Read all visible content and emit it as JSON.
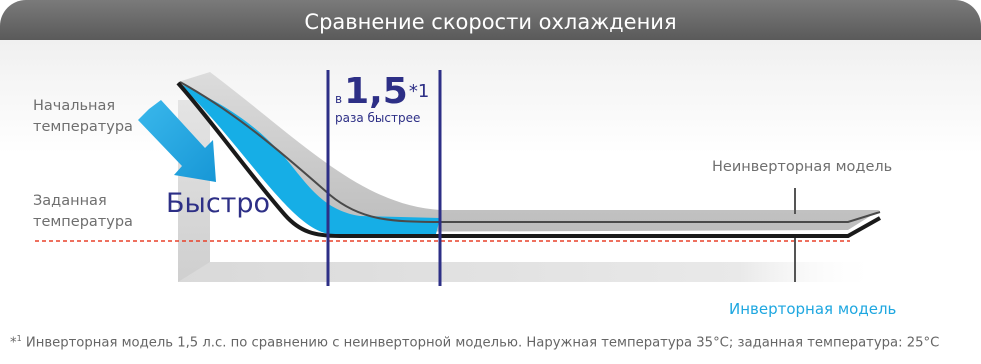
{
  "header": {
    "title": "Сравнение скорости охлаждения"
  },
  "labels": {
    "start_temp_line1": "Начальная",
    "start_temp_line2": "температура",
    "set_temp_line1": "Заданная",
    "set_temp_line2": "температура",
    "fast": "Быстро",
    "times_prefix": "в",
    "times_value": "1,5",
    "times_sup": "*1",
    "times_suffix": "раза быстрее",
    "non_inverter": "Неинверторная модель",
    "inverter": "Инверторная модель"
  },
  "footnote": {
    "mark": "*",
    "mark_sup": "1",
    "text": " Инверторная модель 1,5 л.с. по сравнению с неинверторной моделью. Наружная температура 35°С; заданная температура: 25°С"
  },
  "colors": {
    "inverter": "#16aee6",
    "non_inverter": "#c9c9c9",
    "accent_line": "#2d2f86",
    "set_temp_line": "#e8412a",
    "title_bar": "#666666"
  }
}
